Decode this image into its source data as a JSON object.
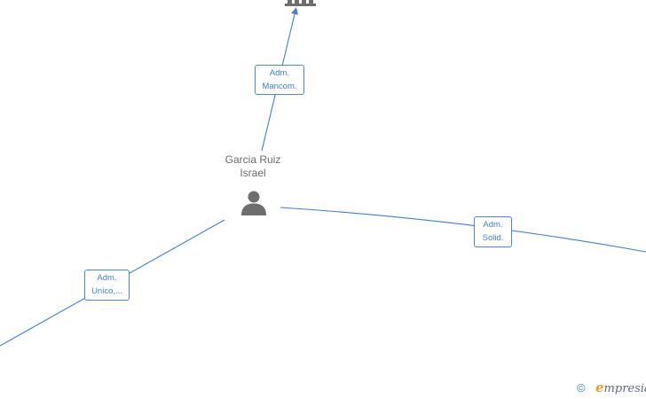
{
  "person": {
    "name_line1": "Garcia Ruiz",
    "name_line2": "Israel",
    "icon": "person-icon"
  },
  "company": {
    "icon": "building-icon"
  },
  "relations": [
    {
      "id": "mancom",
      "line1": "Adm.",
      "line2": "Mancom."
    },
    {
      "id": "solid",
      "line1": "Adm.",
      "line2": "Solid."
    },
    {
      "id": "unico",
      "line1": "Adm.",
      "line2": "Unico,..."
    }
  ],
  "footer": {
    "copyright_symbol": "©",
    "brand_first_letter": "e",
    "brand_rest": "mpresia"
  },
  "colors": {
    "edge": "#3f7fd1",
    "label_border": "#4a86d4",
    "node_icon": "#6e6e6e",
    "person_text": "#6b6b6b",
    "brand_accent": "#f39a1f"
  }
}
